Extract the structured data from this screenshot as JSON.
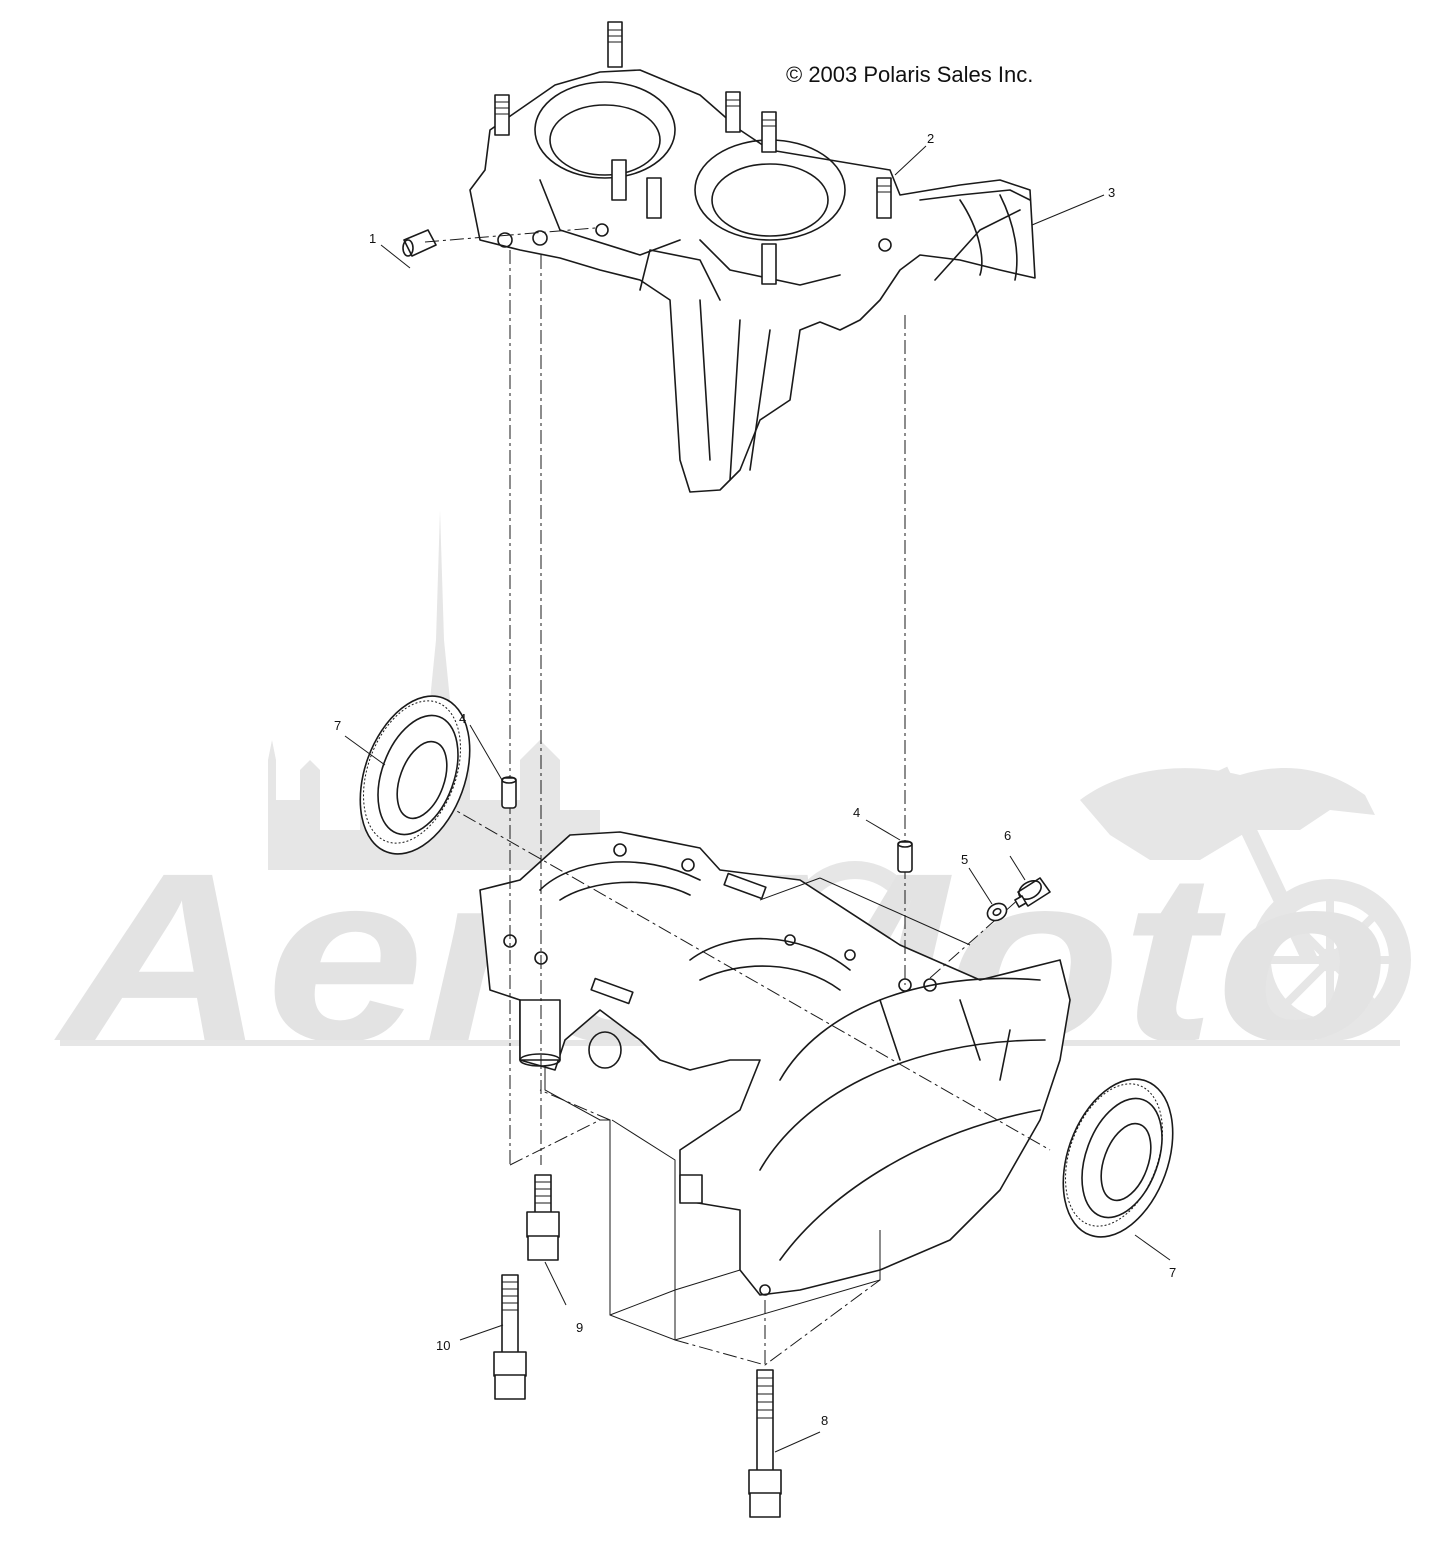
{
  "copyright": "© 2003 Polaris Sales Inc.",
  "watermark_logo": "AeroMoto",
  "callouts": [
    {
      "id": "c1",
      "label": "1"
    },
    {
      "id": "c2",
      "label": "2"
    },
    {
      "id": "c3",
      "label": "3"
    },
    {
      "id": "c4a",
      "label": "4"
    },
    {
      "id": "c4b",
      "label": "4"
    },
    {
      "id": "c5",
      "label": "5"
    },
    {
      "id": "c6",
      "label": "6"
    },
    {
      "id": "c7a",
      "label": "7"
    },
    {
      "id": "c7b",
      "label": "7"
    },
    {
      "id": "c8",
      "label": "8"
    },
    {
      "id": "c9",
      "label": "9"
    },
    {
      "id": "c10",
      "label": "10"
    }
  ]
}
